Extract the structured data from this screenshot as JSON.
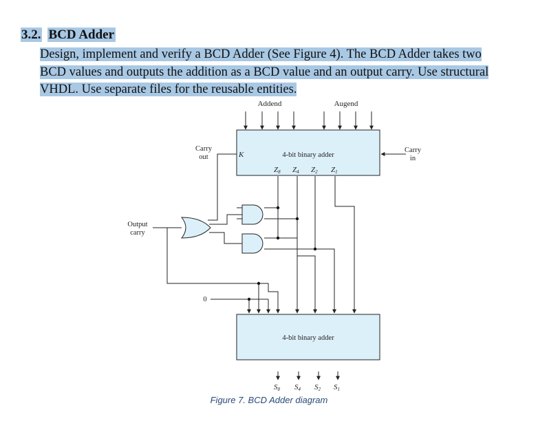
{
  "section": {
    "number": "3.2.",
    "title": "BCD Adder",
    "paragraph_lines": [
      "Design, implement and verify a BCD Adder (See Figure 4). The BCD Adder takes two",
      "BCD values and outputs the addition as a BCD value and an output carry. Use structural",
      "VHDL. Use separate files for the reusable entities."
    ]
  },
  "diagram": {
    "addend_label": "Addend",
    "augend_label": "Augend",
    "carry_out_line1": "Carry",
    "carry_out_line2": "out",
    "carry_in_line1": "Carry",
    "carry_in_line2": "in",
    "k_label": "K",
    "top_adder_label": "4-bit binary adder",
    "z_outputs": [
      "Z",
      "Z",
      "Z",
      "Z"
    ],
    "z_subscripts": [
      "8",
      "4",
      "2",
      "1"
    ],
    "output_carry_line1": "Output",
    "output_carry_line2": "carry",
    "zero_label": "0",
    "bottom_adder_label": "4-bit binary adder",
    "s_outputs": [
      "S",
      "S",
      "S",
      "S"
    ],
    "s_subscripts": [
      "8",
      "4",
      "2",
      "1"
    ]
  },
  "caption": "Figure 7. BCD Adder diagram"
}
